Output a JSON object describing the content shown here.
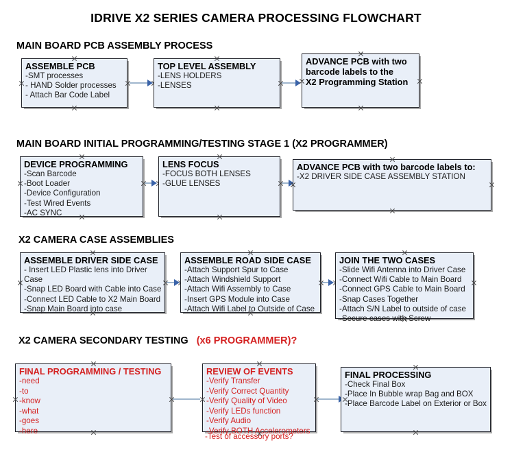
{
  "document": {
    "title": "IDRIVE X2  SERIES CAMERA PROCESSING FLOWCHART"
  },
  "sections": [
    {
      "id": "main-board-pcb-assembly",
      "heading": "MAIN BOARD PCB ASSEMBLY PROCESS",
      "heading_red": ""
    },
    {
      "id": "main-board-initial-programming",
      "heading": "MAIN BOARD INITIAL PROGRAMMING/TESTING STAGE 1 (X2 PROGRAMMER)",
      "heading_red": ""
    },
    {
      "id": "x2-camera-case-assemblies",
      "heading": "X2 CAMERA CASE ASSEMBLIES",
      "heading_red": ""
    },
    {
      "id": "x2-camera-secondary-testing",
      "heading": "X2 CAMERA SECONDARY TESTING",
      "heading_red": "(x6 PROGRAMMER)?"
    }
  ],
  "boxes": {
    "assemble_pcb": {
      "title": "ASSEMBLE PCB",
      "lines": [
        "-SMT processes",
        "- HAND Solder processes",
        "- Attach Bar Code Label"
      ]
    },
    "top_level_assembly": {
      "title": "TOP LEVEL ASSEMBLY",
      "lines": [
        "-LENS HOLDERS",
        "-LENSES"
      ]
    },
    "advance_pcb_programming_station": {
      "title": "ADVANCE PCB with two",
      "lines": [
        "barcode labels to the",
        " X2 Programming Station"
      ]
    },
    "device_programming": {
      "title": "DEVICE PROGRAMMING",
      "lines": [
        "-Scan Barcode",
        "-Boot Loader",
        "-Device Configuration",
        "-Test Wired Events",
        "-AC SYNC"
      ]
    },
    "lens_focus": {
      "title": "LENS FOCUS",
      "lines": [
        "-FOCUS BOTH LENSES",
        "-GLUE LENSES"
      ]
    },
    "advance_pcb_driver_side": {
      "title": "ADVANCE PCB with two barcode labels to:",
      "lines": [
        "-X2 DRIVER  SIDE  CASE  ASSEMBLY STATION"
      ]
    },
    "assemble_driver_side_case": {
      "title": "ASSEMBLE DRIVER SIDE CASE",
      "lines": [
        "- Insert LED Plastic lens into Driver Case",
        "-Snap LED Board with Cable into Case",
        "-Connect LED Cable to X2 Main Board",
        "-Snap Main Board into case"
      ]
    },
    "assemble_road_side_case": {
      "title": "ASSEMBLE ROAD SIDE CASE",
      "lines": [
        "-Attach Support Spur to Case",
        "-Attach Windshield Support",
        "-Attach Wifi Assembly to Case",
        "-Insert GPS Module into Case",
        "-Attach Wifi Label to Outside of Case"
      ]
    },
    "join_the_two_cases": {
      "title": "JOIN THE TWO CASES",
      "lines": [
        "-Slide Wifi Antenna into Driver Case",
        "-Connect Wifi Cable to Main Board",
        "-Connect GPS Cable to Main Board",
        "-Snap Cases Together",
        "-Attach S/N Label to outside of case",
        "-Secure cases with Screw"
      ]
    },
    "final_programming_testing": {
      "title": "FINAL PROGRAMMING / TESTING",
      "lines": [
        "-need",
        "-to",
        "-know",
        "-what",
        "-goes",
        "-here"
      ]
    },
    "review_of_events": {
      "title": "REVIEW OF EVENTS",
      "lines": [
        "-Verify Transfer",
        "-Verify Correct Quantity",
        "-Verify Quality of Video",
        "-Verify LEDs function",
        "-Verify Audio",
        "-Verify BOTH Accelerometers"
      ],
      "overflow_line": "-Test of accessory ports?"
    },
    "final_processing": {
      "title": "FINAL PROCESSING",
      "lines": [
        " -Check Final Box",
        "-Place In Bubble wrap Bag and BOX",
        "-Place Barcode Label on Exterior or Box"
      ]
    }
  },
  "colors": {
    "box_fill": "#e9eff8",
    "box_border": "#20222a",
    "red_text": "#d42020",
    "connector": "#9fb6cd",
    "arrowhead": "#3a63a8"
  }
}
